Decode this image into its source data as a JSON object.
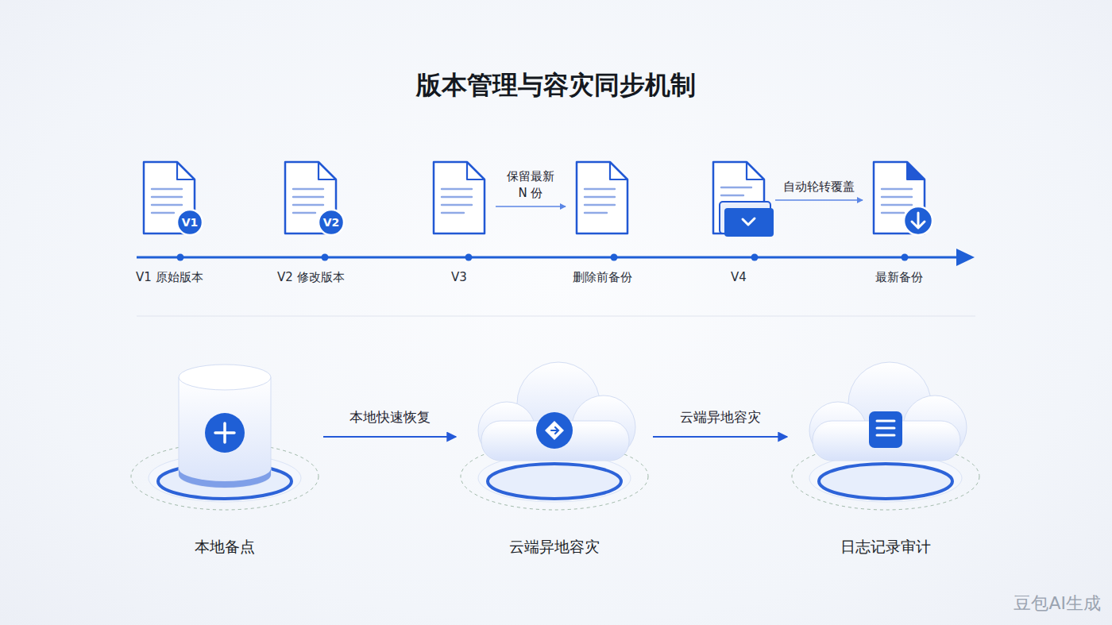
{
  "diagram": {
    "title": "版本管理与容灾同步机制",
    "nodes": [
      {
        "text": [
          "V1",
          "V1 原始版本"
        ]
      },
      {
        "text": [
          "V2",
          "V2 修改版本"
        ]
      },
      {
        "text": [
          "V3"
        ]
      },
      {
        "text": [
          "删除前备份"
        ]
      },
      {
        "text": [
          "V4"
        ]
      },
      {
        "text": [
          "最新备份"
        ]
      },
      {
        "text": [
          "本地备点"
        ]
      },
      {
        "text": [
          "云端异地容灾"
        ]
      },
      {
        "text": [
          "日志记录审计"
        ]
      }
    ],
    "edges": [
      {
        "from": 2,
        "to": 3,
        "label": "保留最新 N 份",
        "arrow": "to"
      },
      {
        "from": 4,
        "to": 5,
        "label": "自动轮转覆盖",
        "arrow": "to"
      },
      {
        "from": 6,
        "to": 7,
        "label": "本地快速恢复",
        "arrow": "to"
      },
      {
        "from": 7,
        "to": 8,
        "label": "云端异地容灾",
        "arrow": "to"
      }
    ],
    "labels": [
      "豆包AI生成"
    ]
  }
}
